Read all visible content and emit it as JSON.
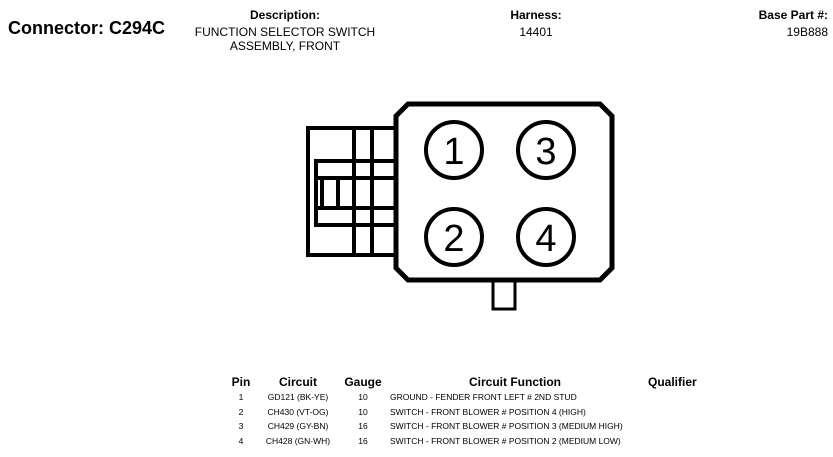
{
  "connector": {
    "title": "Connector: C294C"
  },
  "description": {
    "label": "Description:",
    "value_line1": "FUNCTION SELECTOR SWITCH",
    "value_line2": "ASSEMBLY, FRONT"
  },
  "harness": {
    "label": "Harness:",
    "value": "14401"
  },
  "base_part": {
    "label": "Base Part #:",
    "value": "19B888"
  },
  "pins_diagram": {
    "labels": [
      "1",
      "3",
      "2",
      "4"
    ]
  },
  "table": {
    "headers": {
      "pin": "Pin",
      "circuit": "Circuit",
      "gauge": "Gauge",
      "function": "Circuit Function",
      "qualifier": "Qualifier"
    },
    "rows": [
      {
        "pin": "1",
        "circuit": "GD121 (BK-YE)",
        "gauge": "10",
        "function": "GROUND - FENDER FRONT LEFT # 2ND STUD",
        "qualifier": ""
      },
      {
        "pin": "2",
        "circuit": "CH430 (VT-OG)",
        "gauge": "10",
        "function": "SWITCH - FRONT BLOWER # POSITION 4 (HIGH)",
        "qualifier": ""
      },
      {
        "pin": "3",
        "circuit": "CH429 (GY-BN)",
        "gauge": "16",
        "function": "SWITCH - FRONT BLOWER # POSITION 3 (MEDIUM HIGH)",
        "qualifier": ""
      },
      {
        "pin": "4",
        "circuit": "CH428 (GN-WH)",
        "gauge": "16",
        "function": "SWITCH - FRONT BLOWER # POSITION 2 (MEDIUM LOW)",
        "qualifier": ""
      }
    ]
  }
}
